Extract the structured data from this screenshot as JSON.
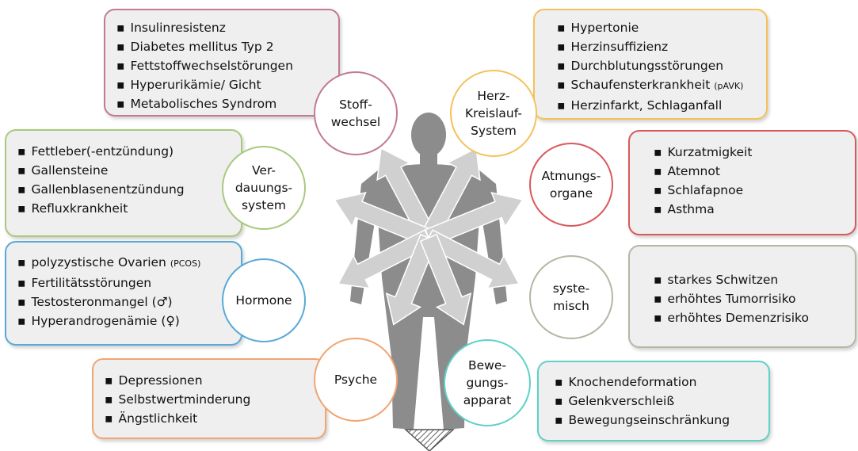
{
  "colors": {
    "stoffwechsel": "#c27b92",
    "herz": "#f3c25b",
    "verdauung": "#a8c97f",
    "atmung": "#d9595b",
    "hormone": "#5aa9d6",
    "systemisch": "#b8b5a5",
    "psyche": "#f2a572",
    "bewegung": "#5fd1c9",
    "figure": "#8c8c8c",
    "arrow": "#d0d0d0"
  },
  "categories": {
    "stoffwechsel": {
      "label": "Stoff-\nwechsel",
      "items": [
        "Insulinresistenz",
        "Diabetes mellitus Typ 2",
        "Fettstoffwechselstörungen",
        "Hyperurikämie/ Gicht",
        "Metabolisches Syndrom"
      ]
    },
    "herz": {
      "label": "Herz-\nKreislauf-\nSystem",
      "items": [
        "Hypertonie",
        "Herzinsuffizienz",
        "Durchblutungsstörungen",
        "Schaufensterkrankheit",
        "Herzinfarkt, Schlaganfall"
      ],
      "item3_note": "(pAVK)"
    },
    "verdauung": {
      "label": "Ver-\ndauungs-\nsystem",
      "items": [
        "Fettleber(-entzündung)",
        "Gallensteine",
        "Gallenblasenentzündung",
        "Refluxkrankheit"
      ]
    },
    "atmung": {
      "label": "Atmungs-\norgane",
      "items": [
        "Kurzatmigkeit",
        "Atemnot",
        "Schlafapnoe",
        "Asthma"
      ]
    },
    "hormone": {
      "label": "Hormone",
      "items": [
        "polyzystische Ovarien",
        "Fertilitätsstörungen",
        "Testosteronmangel (♂)",
        "Hyperandrogenämie (♀)"
      ],
      "item0_note": "(PCOS)"
    },
    "systemisch": {
      "label": "syste-\nmisch",
      "items": [
        "starkes Schwitzen",
        "erhöhtes Tumorrisiko",
        "erhöhtes Demenzrisiko"
      ]
    },
    "psyche": {
      "label": "Psyche",
      "items": [
        "Depressionen",
        "Selbstwertminderung",
        "Ängstlichkeit"
      ]
    },
    "bewegung": {
      "label": "Bewe-\ngungs-\napparat",
      "items": [
        "Knochendeformation",
        "Gelenkverschleiß",
        "Bewegungseinschränkung"
      ]
    }
  }
}
